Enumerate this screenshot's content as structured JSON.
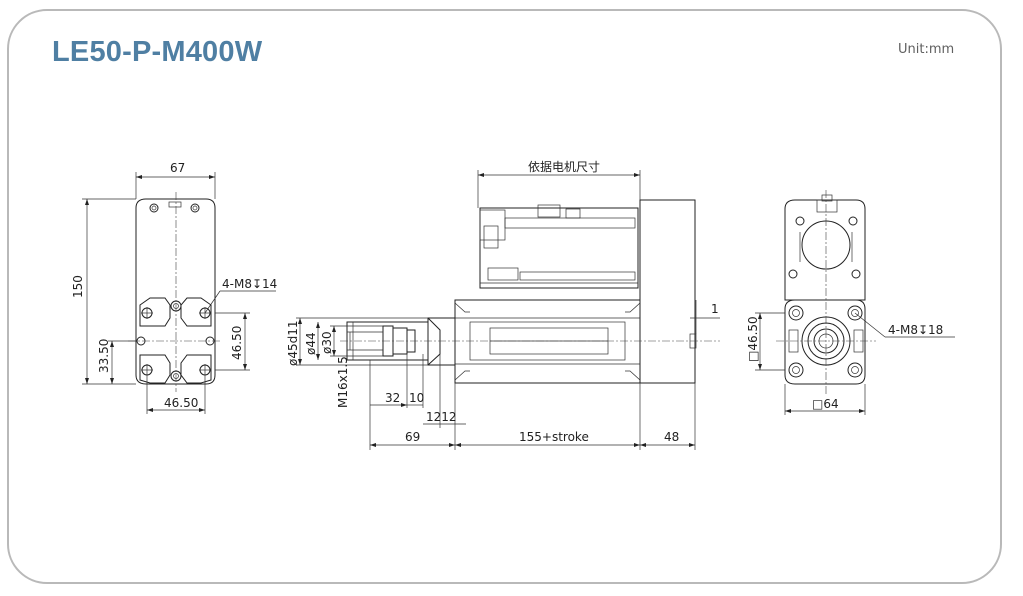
{
  "title": "LE50-P-M400W",
  "unit": "Unit:mm",
  "dims": {
    "top_width": "67",
    "left_height": "150",
    "left_screw": "4-M8↧14",
    "right_small": "46.50",
    "left_small": "33.50",
    "bottom_width": "46.50",
    "d45": "ø45d11",
    "d44": "ø44",
    "d30": "ø30",
    "m16": "M16x1.5",
    "d32": "32",
    "d10": "10",
    "d1212": "1212",
    "d69": "69",
    "d155": "155+stroke",
    "d48": "48",
    "motor_size": "依据电机尺寸",
    "d1": "1",
    "end_4650": "□46.50",
    "end_screw": "4-M8↧18",
    "end_64": "□64"
  }
}
